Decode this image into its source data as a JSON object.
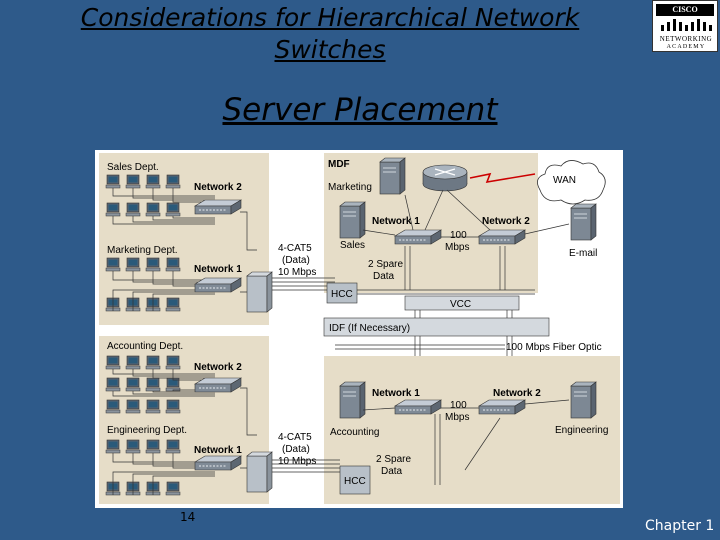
{
  "slide": {
    "title": "Considerations for Hierarchical Network Switches",
    "title_line1": "Considerations for Hierarchical Network",
    "title_line2": "Switches",
    "subtitle": "Server Placement",
    "page_number": "14",
    "footer": "Chapter 1"
  },
  "logo": {
    "line1": "CISCO SYSTEMS",
    "line2": "NETWORKING",
    "line3": "ACADEMY"
  },
  "diagram": {
    "top_left": {
      "dept1": "Sales Dept.",
      "net1": "Network 2",
      "dept2": "Marketing Dept.",
      "net2": "Network 1"
    },
    "bottom_left": {
      "dept1": "Accounting Dept.",
      "net1": "Network 2",
      "dept2": "Engineering Dept.",
      "net2": "Network 1"
    },
    "mdf": {
      "label": "MDF",
      "marketing": "Marketing",
      "network1": "Network 1",
      "network2": "Network 2",
      "sales": "Sales",
      "speed_line1": "100",
      "speed_line2": "Mbps",
      "wan": "WAN",
      "email": "E-mail",
      "spare_line1": "2 Spare",
      "spare_line2": "Data",
      "hcc": "HCC",
      "cable_line1": "4-CAT5",
      "cable_line2": "(Data)",
      "cable_line3": "10 Mbps"
    },
    "vcc": "VCC",
    "idf": "IDF (If Necessary)",
    "fiber": "100 Mbps Fiber Optic",
    "idf_room": {
      "network1": "Network 1",
      "network2": "Network 2",
      "speed_line1": "100",
      "speed_line2": "Mbps",
      "accounting": "Accounting",
      "engineering": "Engineering",
      "spare_line1": "2 Spare",
      "spare_line2": "Data",
      "hcc": "HCC",
      "cable_line1": "4-CAT5",
      "cable_line2": "(Data)",
      "cable_line3": "10 Mbps"
    }
  },
  "colors": {
    "background": "#2e5a8a",
    "panel": "#e6ddc8",
    "device": "#8f9aa8",
    "wan_link": "#cc0000"
  }
}
